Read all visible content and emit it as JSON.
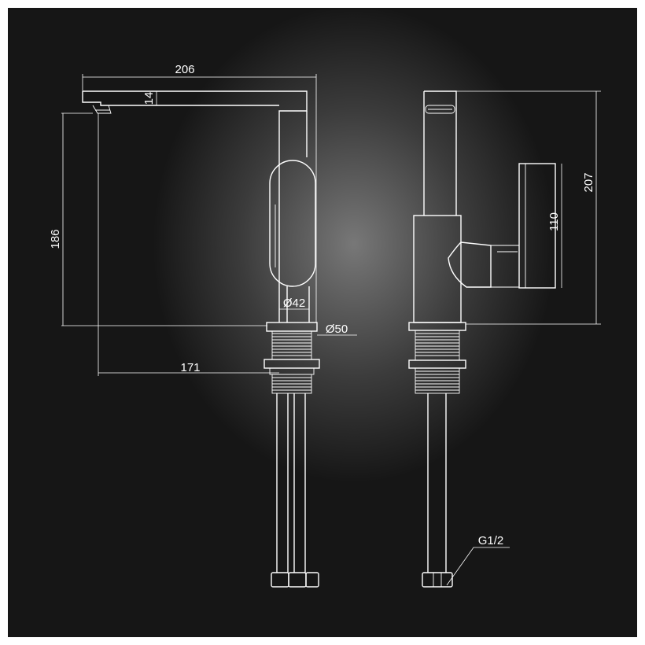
{
  "drawing": {
    "background_color": "#161616",
    "line_color": "#ffffff",
    "dimensions": {
      "width_206": "206",
      "height_14": "14",
      "height_186": "186",
      "diameter_42": "Ø42",
      "diameter_50": "Ø50",
      "reach_171": "171",
      "height_207": "207",
      "handle_110": "110",
      "thread_g12": "G1/2"
    }
  }
}
